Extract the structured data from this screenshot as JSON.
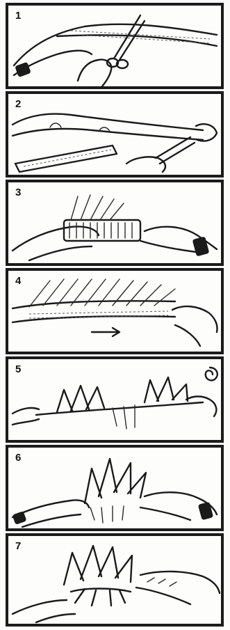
{
  "diagram": {
    "steps": [
      {
        "number": "1"
      },
      {
        "number": "2"
      },
      {
        "number": "3"
      },
      {
        "number": "4"
      },
      {
        "number": "5"
      },
      {
        "number": "6"
      },
      {
        "number": "7"
      }
    ]
  }
}
